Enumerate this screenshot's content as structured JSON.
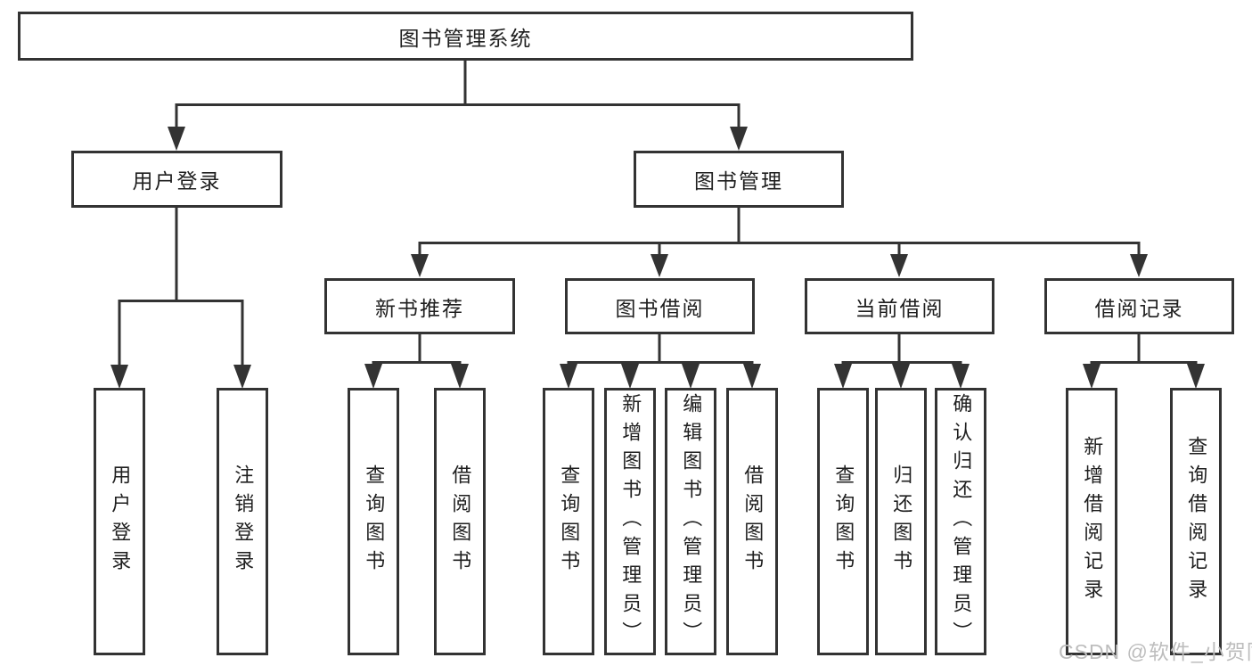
{
  "diagram": {
    "root": {
      "label": "图书管理系统"
    },
    "user_login": {
      "label": "用户登录",
      "children": [
        {
          "label": "用户登录"
        },
        {
          "label": "注销登录"
        }
      ]
    },
    "book_management": {
      "label": "图书管理",
      "sections": [
        {
          "label": "新书推荐",
          "children": [
            {
              "label": "查询图书"
            },
            {
              "label": "借阅图书"
            }
          ]
        },
        {
          "label": "图书借阅",
          "children": [
            {
              "label": "查询图书"
            },
            {
              "label": "新增图书（管理员）"
            },
            {
              "label": "编辑图书（管理员）"
            },
            {
              "label": "借阅图书"
            }
          ]
        },
        {
          "label": "当前借阅",
          "children": [
            {
              "label": "查询图书"
            },
            {
              "label": "归还图书"
            },
            {
              "label": "确认归还（管理员）"
            }
          ]
        },
        {
          "label": "借阅记录",
          "children": [
            {
              "label": "新增借阅记录"
            },
            {
              "label": "查询借阅记录"
            }
          ]
        }
      ]
    }
  },
  "watermark": {
    "text": "CSDN @软件_小贺同学"
  },
  "colors": {
    "line": "#333333",
    "box-border": "#333333",
    "box-fill": "#ffffff",
    "text": "#1f1f1f",
    "watermark": "#bdbdbd",
    "background": "#ffffff"
  }
}
